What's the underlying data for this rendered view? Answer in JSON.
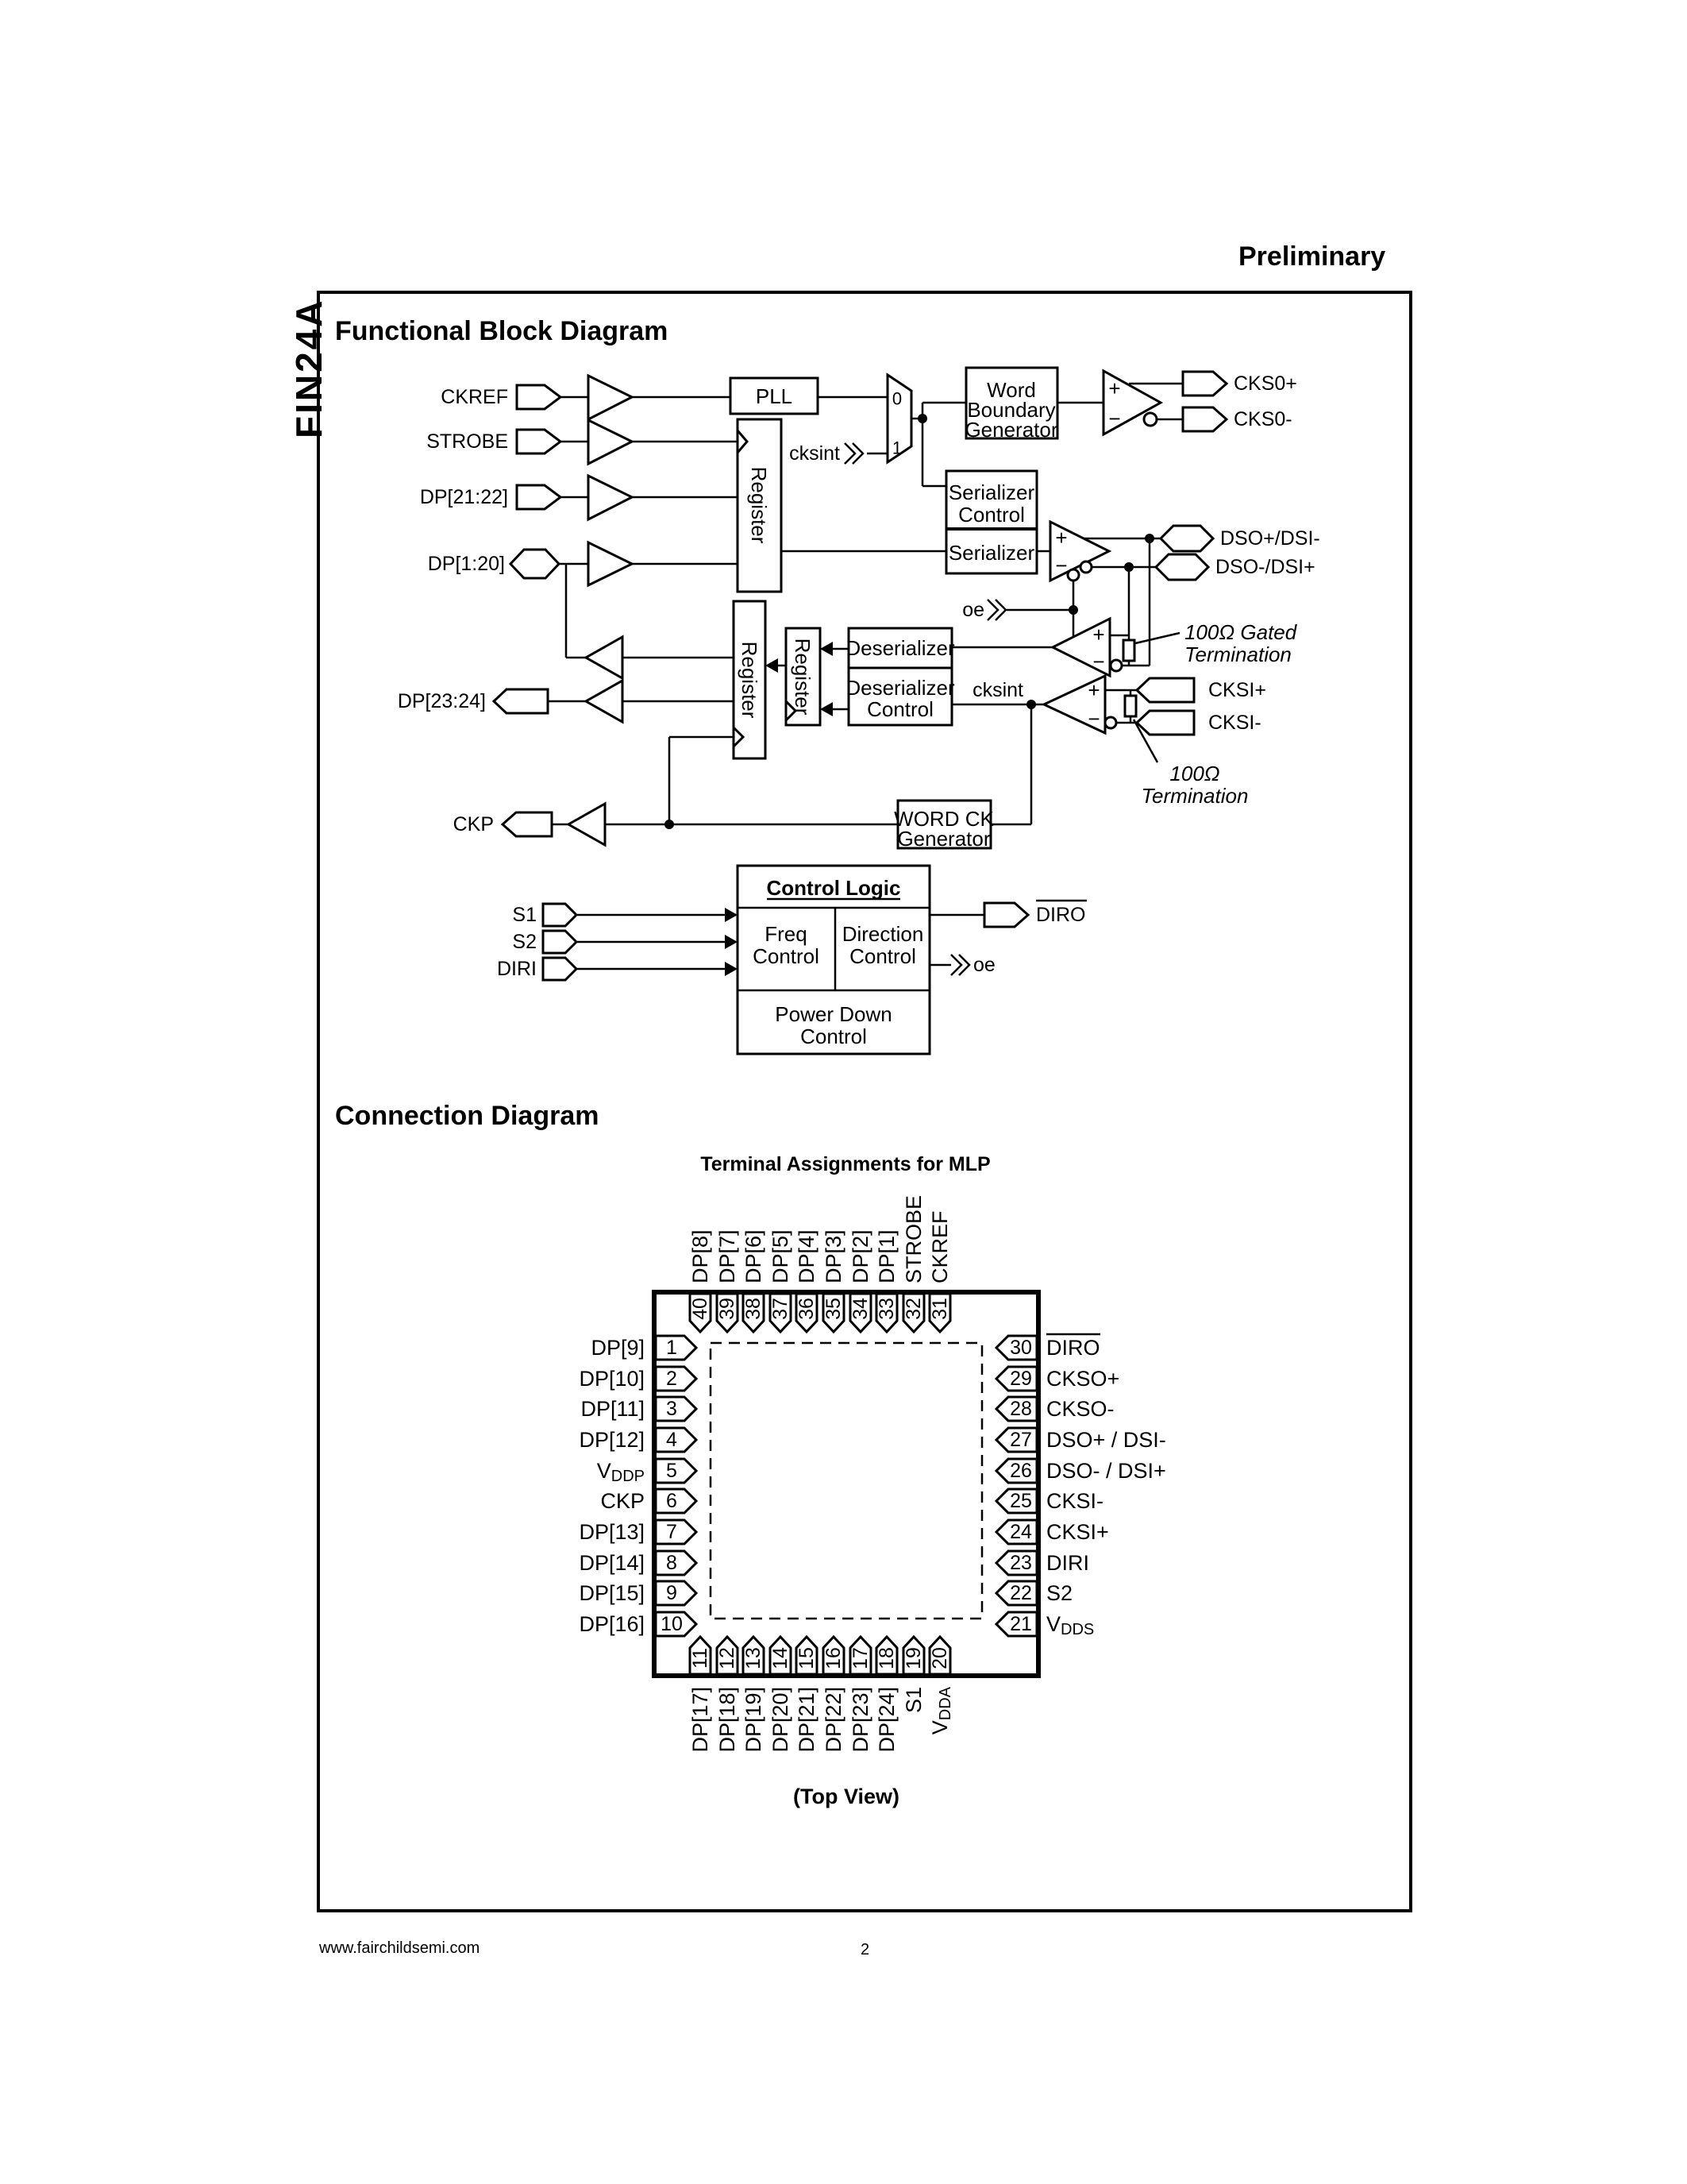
{
  "page": {
    "preliminary": "Preliminary",
    "part_number": "FIN24A",
    "footer": {
      "url": "www.fairchildsemi.com",
      "page_number": "2"
    }
  },
  "fbd": {
    "title": "Functional Block Diagram",
    "sig": {
      "ckref": "CKREF",
      "strobe": "STROBE",
      "dp21_22": "DP[21:22]",
      "dp1_20": "DP[1:20]",
      "dp23_24": "DP[23:24]",
      "ckp": "CKP",
      "cksint": "cksint",
      "oe": "oe",
      "s1": "S1",
      "s2": "S2",
      "diri": "DIRI",
      "diro": "DIRO",
      "cks0_p": "CKS0+",
      "cks0_m": "CKS0-",
      "dso_p": "DSO+/DSI-",
      "dso_m": "DSO-/DSI+",
      "cksi_p": "CKSI+",
      "cksi_m": "CKSI-",
      "plus": "+",
      "minus": "−",
      "mux0": "0",
      "mux1": "1"
    },
    "blk": {
      "pll": "PLL",
      "register": "Register",
      "wbg": [
        "Word",
        "Boundary",
        "Generator"
      ],
      "ser_ctl": [
        "Serializer",
        "Control"
      ],
      "serializer": "Serializer",
      "deserializer": "Deserializer",
      "deser_ctl": [
        "Deserializer",
        "Control"
      ],
      "wordck": [
        "WORD CK",
        "Generator"
      ],
      "control_logic": "Control Logic",
      "freq": [
        "Freq",
        "Control"
      ],
      "direction": [
        "Direction",
        "Control"
      ],
      "power": [
        "Power Down",
        "Control"
      ]
    },
    "ann": {
      "gated": [
        "100Ω Gated",
        "Termination"
      ],
      "term": [
        "100Ω",
        "Termination"
      ]
    }
  },
  "cd": {
    "title": "Connection Diagram",
    "subtitle": "Terminal Assignments for MLP",
    "top_view": "(Top View)",
    "top_pins": [
      {
        "n": "40",
        "label": "DP[8]"
      },
      {
        "n": "39",
        "label": "DP[7]"
      },
      {
        "n": "38",
        "label": "DP[6]"
      },
      {
        "n": "37",
        "label": "DP[5]"
      },
      {
        "n": "36",
        "label": "DP[4]"
      },
      {
        "n": "35",
        "label": "DP[3]"
      },
      {
        "n": "34",
        "label": "DP[2]"
      },
      {
        "n": "33",
        "label": "DP[1]"
      },
      {
        "n": "32",
        "label": "STROBE"
      },
      {
        "n": "31",
        "label": "CKREF"
      }
    ],
    "left_pins": [
      {
        "n": "1",
        "label": "DP[9]"
      },
      {
        "n": "2",
        "label": "DP[10]"
      },
      {
        "n": "3",
        "label": "DP[11]"
      },
      {
        "n": "4",
        "label": "DP[12]"
      },
      {
        "n": "5",
        "label": "V",
        "sub": "DDP"
      },
      {
        "n": "6",
        "label": "CKP"
      },
      {
        "n": "7",
        "label": "DP[13]"
      },
      {
        "n": "8",
        "label": "DP[14]"
      },
      {
        "n": "9",
        "label": "DP[15]"
      },
      {
        "n": "10",
        "label": "DP[16]"
      }
    ],
    "right_pins": [
      {
        "n": "30",
        "label": "DIRO"
      },
      {
        "n": "29",
        "label": "CKSO+"
      },
      {
        "n": "28",
        "label": "CKSO-"
      },
      {
        "n": "27",
        "label": "DSO+ / DSI-"
      },
      {
        "n": "26",
        "label": "DSO- / DSI+"
      },
      {
        "n": "25",
        "label": "CKSI-"
      },
      {
        "n": "24",
        "label": "CKSI+"
      },
      {
        "n": "23",
        "label": "DIRI"
      },
      {
        "n": "22",
        "label": "S2"
      },
      {
        "n": "21",
        "label": "V",
        "sub": "DDS"
      }
    ],
    "bottom_pins": [
      {
        "n": "11",
        "label": "DP[17]"
      },
      {
        "n": "12",
        "label": "DP[18]"
      },
      {
        "n": "13",
        "label": "DP[19]"
      },
      {
        "n": "14",
        "label": "DP[20]"
      },
      {
        "n": "15",
        "label": "DP[21]"
      },
      {
        "n": "16",
        "label": "DP[22]"
      },
      {
        "n": "17",
        "label": "DP[23]"
      },
      {
        "n": "18",
        "label": "DP[24]"
      },
      {
        "n": "19",
        "label": "S1"
      },
      {
        "n": "20",
        "label": "V",
        "sub": "DDA"
      }
    ]
  }
}
